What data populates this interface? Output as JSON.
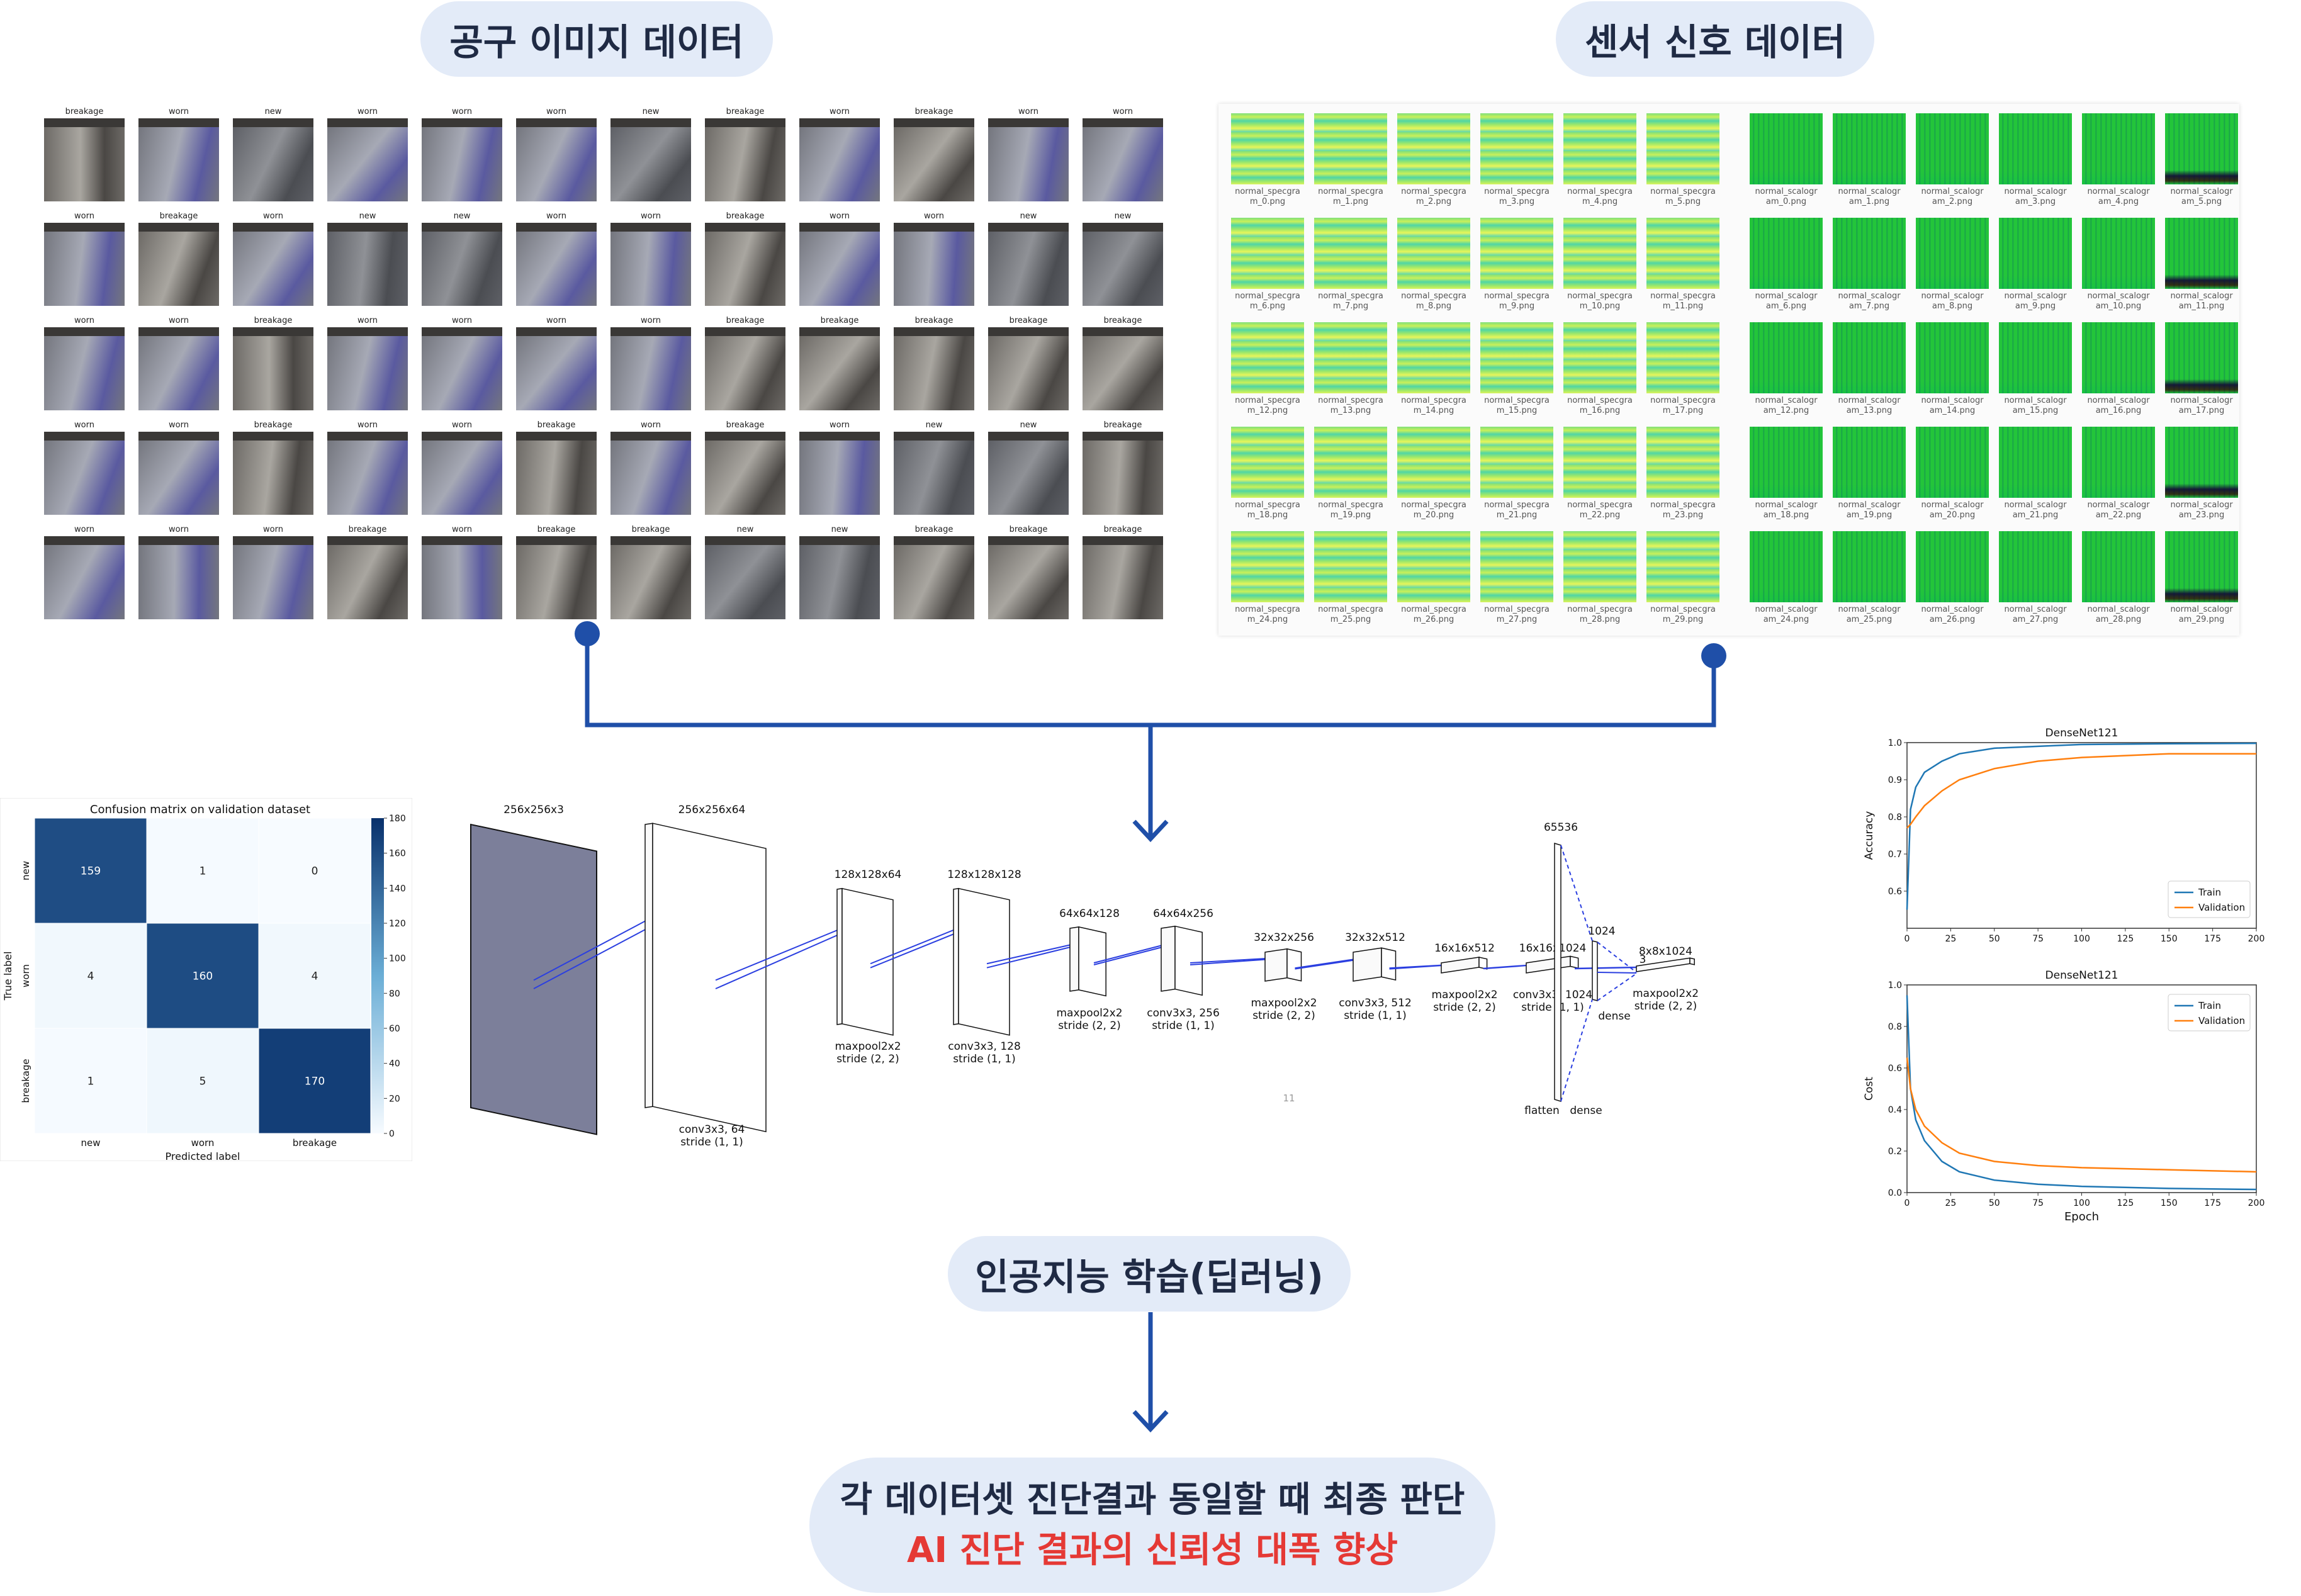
{
  "headers": {
    "tool_images": "공구 이미지 데이터",
    "sensor_signals": "센서 신호 데이터",
    "ai_training": "인공지능 학습(딥러닝)",
    "final_line1": "각 데이터셋 진단결과 동일할 때 최종 판단",
    "final_line2": "AI 진단 결과의 신뢰성 대폭 향상"
  },
  "colors": {
    "accent": "#1f4fa8",
    "pill_bg": "#e3ebf8",
    "highlight": "#e53935"
  },
  "tool_labels": [
    [
      "breakage",
      "worn",
      "new",
      "worn",
      "worn",
      "worn",
      "new",
      "breakage",
      "worn",
      "breakage",
      "worn",
      "worn"
    ],
    [
      "worn",
      "breakage",
      "worn",
      "new",
      "new",
      "worn",
      "worn",
      "breakage",
      "worn",
      "worn",
      "new",
      "new"
    ],
    [
      "worn",
      "worn",
      "breakage",
      "worn",
      "worn",
      "worn",
      "worn",
      "breakage",
      "breakage",
      "breakage",
      "breakage",
      "breakage"
    ],
    [
      "worn",
      "worn",
      "breakage",
      "worn",
      "worn",
      "breakage",
      "worn",
      "breakage",
      "worn",
      "new",
      "new",
      "breakage"
    ],
    [
      "worn",
      "worn",
      "worn",
      "breakage",
      "worn",
      "breakage",
      "breakage",
      "new",
      "new",
      "breakage",
      "breakage",
      "breakage"
    ]
  ],
  "spectrogram_captions": [
    [
      "normal_specgra\nm_0.png",
      "normal_specgra\nm_1.png",
      "normal_specgra\nm_2.png",
      "normal_specgra\nm_3.png",
      "normal_specgra\nm_4.png",
      "normal_specgra\nm_5.png"
    ],
    [
      "normal_specgra\nm_6.png",
      "normal_specgra\nm_7.png",
      "normal_specgra\nm_8.png",
      "normal_specgra\nm_9.png",
      "normal_specgra\nm_10.png",
      "normal_specgra\nm_11.png"
    ],
    [
      "normal_specgra\nm_12.png",
      "normal_specgra\nm_13.png",
      "normal_specgra\nm_14.png",
      "normal_specgra\nm_15.png",
      "normal_specgra\nm_16.png",
      "normal_specgra\nm_17.png"
    ],
    [
      "normal_specgra\nm_18.png",
      "normal_specgra\nm_19.png",
      "normal_specgra\nm_20.png",
      "normal_specgra\nm_21.png",
      "normal_specgra\nm_22.png",
      "normal_specgra\nm_23.png"
    ],
    [
      "normal_specgra\nm_24.png",
      "normal_specgra\nm_25.png",
      "normal_specgra\nm_26.png",
      "normal_specgra\nm_27.png",
      "normal_specgra\nm_28.png",
      "normal_specgra\nm_29.png"
    ]
  ],
  "scalogram_captions": [
    [
      "normal_scalogr\nam_0.png",
      "normal_scalogr\nam_1.png",
      "normal_scalogr\nam_2.png",
      "normal_scalogr\nam_3.png",
      "normal_scalogr\nam_4.png",
      "normal_scalogr\nam_5.png"
    ],
    [
      "normal_scalogr\nam_6.png",
      "normal_scalogr\nam_7.png",
      "normal_scalogr\nam_8.png",
      "normal_scalogr\nam_9.png",
      "normal_scalogr\nam_10.png",
      "normal_scalogr\nam_11.png"
    ],
    [
      "normal_scalogr\nam_12.png",
      "normal_scalogr\nam_13.png",
      "normal_scalogr\nam_14.png",
      "normal_scalogr\nam_15.png",
      "normal_scalogr\nam_16.png",
      "normal_scalogr\nam_17.png"
    ],
    [
      "normal_scalogr\nam_18.png",
      "normal_scalogr\nam_19.png",
      "normal_scalogr\nam_20.png",
      "normal_scalogr\nam_21.png",
      "normal_scalogr\nam_22.png",
      "normal_scalogr\nam_23.png"
    ],
    [
      "normal_scalogr\nam_24.png",
      "normal_scalogr\nam_25.png",
      "normal_scalogr\nam_26.png",
      "normal_scalogr\nam_27.png",
      "normal_scalogr\nam_28.png",
      "normal_scalogr\nam_29.png"
    ]
  ],
  "cnn": {
    "layers": [
      {
        "size": "256x256x3",
        "op": ""
      },
      {
        "size": "256x256x64",
        "op": "conv3x3, 64\nstride (1, 1)"
      },
      {
        "size": "128x128x64",
        "op": "maxpool2x2\nstride (2, 2)"
      },
      {
        "size": "128x128x128",
        "op": "conv3x3, 128\nstride (1, 1)"
      },
      {
        "size": "64x64x128",
        "op": "maxpool2x2\nstride (2, 2)"
      },
      {
        "size": "64x64x256",
        "op": "conv3x3, 256\nstride (1, 1)"
      },
      {
        "size": "32x32x256",
        "op": "maxpool2x2\nstride (2, 2)"
      },
      {
        "size": "32x32x512",
        "op": "conv3x3, 512\nstride (1, 1)"
      },
      {
        "size": "16x16x512",
        "op": "maxpool2x2\nstride (2, 2)"
      },
      {
        "size": "16x16x1024",
        "op": "conv3x3, 1024\nstride (1, 1)"
      },
      {
        "size": "8x8x1024",
        "op": "maxpool2x2\nstride (2, 2)"
      }
    ],
    "flatten_size": "65536",
    "dense_size": "1024",
    "output_size": "3",
    "flatten_label": "flatten",
    "dense_label": "dense",
    "dense_label2": "dense",
    "page_number": "11"
  },
  "chart_data": [
    {
      "type": "heatmap",
      "title": "Confusion matrix on validation dataset",
      "xlabel": "Predicted label",
      "ylabel": "True label",
      "x_categories": [
        "new",
        "worn",
        "breakage"
      ],
      "y_categories": [
        "new",
        "worn",
        "breakage"
      ],
      "values": [
        [
          159,
          1,
          0
        ],
        [
          4,
          160,
          4
        ],
        [
          1,
          5,
          170
        ]
      ],
      "colorbar_ticks": [
        0,
        20,
        40,
        60,
        80,
        100,
        120,
        140,
        160,
        180
      ],
      "vmin": 0,
      "vmax": 180
    },
    {
      "type": "line",
      "title": "DenseNet121",
      "xlabel": "",
      "ylabel": "Accuracy",
      "xlim": [
        0,
        200
      ],
      "ylim": [
        0.5,
        1.0
      ],
      "xticks": [
        0,
        25,
        50,
        75,
        100,
        125,
        150,
        175,
        200
      ],
      "yticks": [
        0.6,
        0.7,
        0.8,
        0.9,
        1.0
      ],
      "legend": "lower-right",
      "series": [
        {
          "name": "Train",
          "color": "#1f77b4",
          "x": [
            0,
            2,
            5,
            10,
            20,
            30,
            50,
            75,
            100,
            150,
            200
          ],
          "values": [
            0.55,
            0.82,
            0.88,
            0.92,
            0.95,
            0.97,
            0.985,
            0.99,
            0.995,
            0.997,
            0.998
          ]
        },
        {
          "name": "Validation",
          "color": "#ff7f0e",
          "x": [
            0,
            2,
            5,
            10,
            20,
            30,
            50,
            75,
            100,
            150,
            200
          ],
          "values": [
            0.77,
            0.78,
            0.8,
            0.83,
            0.87,
            0.9,
            0.93,
            0.95,
            0.96,
            0.97,
            0.97
          ]
        }
      ]
    },
    {
      "type": "line",
      "title": "DenseNet121",
      "xlabel": "Epoch",
      "ylabel": "Cost",
      "xlim": [
        0,
        200
      ],
      "ylim": [
        0.0,
        1.0
      ],
      "xticks": [
        0,
        25,
        50,
        75,
        100,
        125,
        150,
        175,
        200
      ],
      "yticks": [
        0.0,
        0.2,
        0.4,
        0.6,
        0.8,
        1.0
      ],
      "legend": "top-right",
      "series": [
        {
          "name": "Train",
          "color": "#1f77b4",
          "x": [
            0,
            2,
            5,
            10,
            20,
            30,
            50,
            75,
            100,
            150,
            200
          ],
          "values": [
            0.95,
            0.5,
            0.35,
            0.25,
            0.15,
            0.1,
            0.06,
            0.04,
            0.03,
            0.02,
            0.015
          ]
        },
        {
          "name": "Validation",
          "color": "#ff7f0e",
          "x": [
            0,
            2,
            5,
            10,
            20,
            30,
            50,
            75,
            100,
            150,
            200
          ],
          "values": [
            0.65,
            0.5,
            0.4,
            0.32,
            0.24,
            0.19,
            0.15,
            0.13,
            0.12,
            0.11,
            0.1
          ]
        }
      ]
    }
  ]
}
